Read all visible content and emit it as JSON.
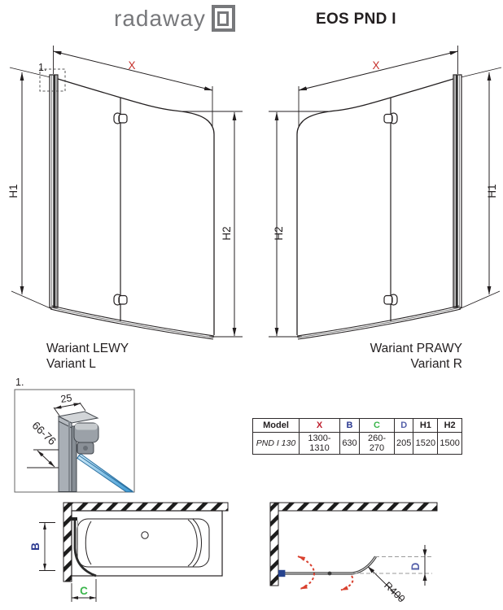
{
  "header": {
    "logo_text": "radaway",
    "title": "EOS PND I"
  },
  "variant_left": {
    "dim_x": "X",
    "dim_h1": "H1",
    "dim_h2": "H2",
    "detail_ref": "1.",
    "caption_pl": "Wariant LEWY",
    "caption_en": "Variant L"
  },
  "variant_right": {
    "dim_x": "X",
    "dim_h1": "H1",
    "dim_h2": "H2",
    "caption_pl": "Wariant PRAWY",
    "caption_en": "Variant R"
  },
  "detail_view": {
    "ref": "1.",
    "dim_profile_width": "25",
    "dim_adjust_range": "66-76"
  },
  "spec_table": {
    "headers": [
      "Model",
      "X",
      "B",
      "C",
      "D",
      "H1",
      "H2"
    ],
    "row": [
      "PND I 130",
      "1300-1310",
      "630",
      "260-270",
      "205",
      "1520",
      "1500"
    ]
  },
  "plan_view_left": {
    "dim_b": "B",
    "dim_c": "C"
  },
  "plan_view_right": {
    "dim_d": "D",
    "radius_label": "R400"
  },
  "colors": {
    "dim_x_red": "#c5302b",
    "table_x_red": "#be1e2d",
    "dim_b_blue": "#2b3990",
    "dim_c_green": "#39b54a",
    "dim_d_indigo": "#5560a9",
    "swing_arrow_red": "#d9402e",
    "glass_blue": "#4aa3dc",
    "line_dark": "#231f20",
    "logo_gray": "#77787b"
  }
}
